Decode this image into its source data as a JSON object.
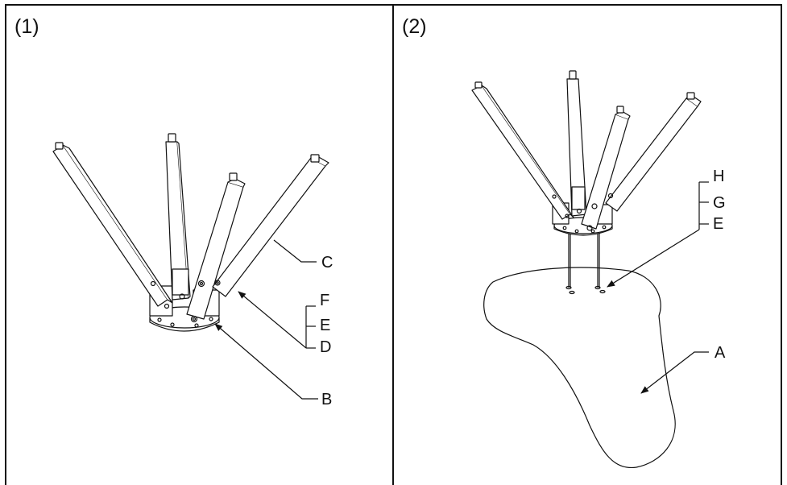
{
  "panels": [
    {
      "number": "(1)",
      "callouts": {
        "c": "C",
        "f": "F",
        "e": "E",
        "d": "D",
        "b": "B"
      }
    },
    {
      "number": "(2)",
      "callouts": {
        "h": "H",
        "g": "G",
        "e": "E",
        "a": "A"
      }
    }
  ],
  "colors": {
    "line": "#111111",
    "background": "#ffffff"
  }
}
